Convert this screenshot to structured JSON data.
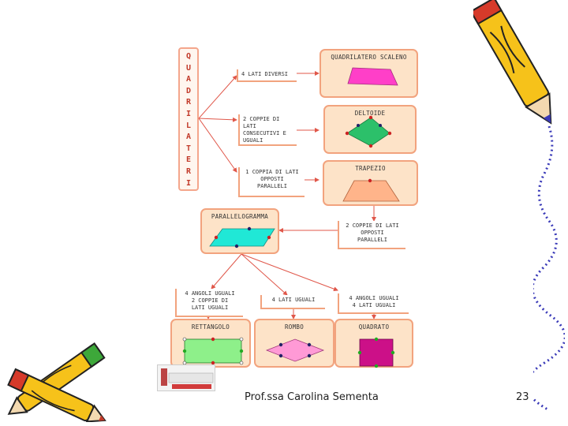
{
  "slide": {
    "footer_author": "Prof.ssa Carolina Sementa",
    "page_number": "23"
  },
  "vertical_title": [
    "Q",
    "U",
    "A",
    "D",
    "R",
    "I",
    "L",
    "A",
    "T",
    "E",
    "R",
    "I"
  ],
  "conditions": {
    "lati_diversi": "4 LATI DIVERSI",
    "coppie_consecutivi": [
      "2 COPPIE DI LATI",
      "CONSECUTIVI E",
      "UGUALI"
    ],
    "coppia_opposti": [
      "1 COPPIA DI LATI",
      "OPPOSTI",
      "PARALLELI"
    ],
    "coppie_opposti": [
      "2 COPPIE DI LATI",
      "OPPOSTI",
      "PARALLELI"
    ],
    "angoli_lati": [
      "4 ANGOLI UGUALI",
      "2 COPPIE DI",
      "LATI UGUALI"
    ],
    "lati_uguali": "4 LATI UGUALI",
    "angoli_4lati": [
      "4 ANGOLI UGUALI",
      "4 LATI UGUALI"
    ]
  },
  "shapes": {
    "scaleno": "QUADRILATERO SCALENO",
    "deltoide": "DELTOIDE",
    "trapezio": "TRAPEZIO",
    "parallelogramma": "PARALLELOGRAMMA",
    "rettangolo": "RETTANGOLO",
    "rombo": "ROMBO",
    "quadrato": "QUADRATO"
  },
  "colors": {
    "card_fill": "#fde3c8",
    "card_border": "#f2a37e",
    "arrow": "#e0574a",
    "scaleno": "#ff3fc8",
    "deltoide": "#2cc06a",
    "trapezio": "#ffb48a",
    "parallelogramma": "#20e8d6",
    "rettangolo": "#8ef08a",
    "rombo": "#ff9ad6",
    "quadrato": "#cc1088"
  }
}
